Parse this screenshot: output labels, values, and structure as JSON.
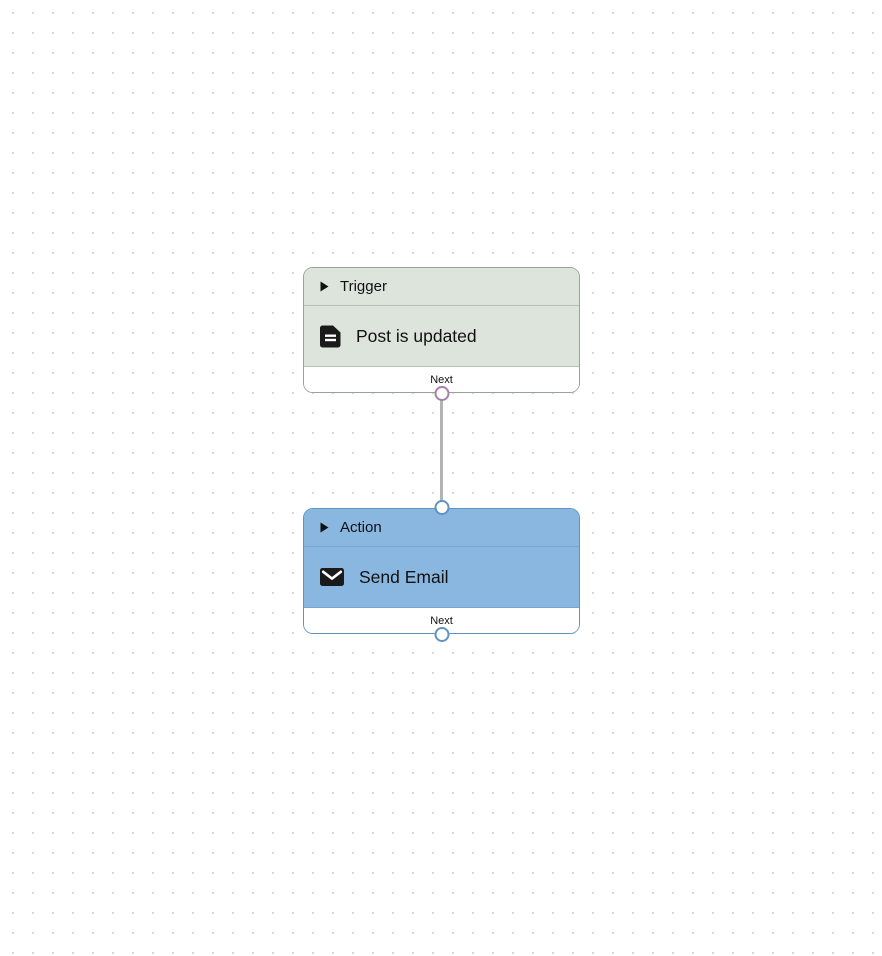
{
  "canvas": {
    "background": "#ffffff",
    "grid_dot_color": "#d7d7d7",
    "edge_color": "#b4b2b4"
  },
  "nodes": [
    {
      "type_label": "Trigger",
      "header_icon": "triangle-right-icon",
      "icon": "document-icon",
      "title": "Post is updated",
      "footer_label": "Next",
      "colors": {
        "bg": "#dde4dc",
        "border": "#9aa09a",
        "separator": "#b7beb5",
        "port": "#a87fa8"
      }
    },
    {
      "type_label": "Action",
      "header_icon": "triangle-right-icon",
      "icon": "mail-icon",
      "title": "Send Email",
      "footer_label": "Next",
      "colors": {
        "bg": "#89b7e0",
        "border": "#6093c2",
        "separator": "#77a5d0",
        "port": "#6093c2"
      }
    }
  ]
}
